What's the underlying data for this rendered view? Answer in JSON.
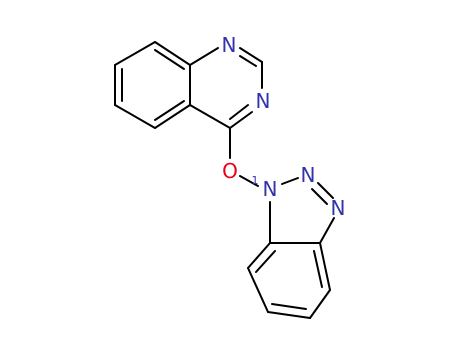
{
  "molecule": {
    "colors": {
      "bond": "#000000",
      "nitrogen": "#3333aa",
      "oxygen": "#e8001c",
      "background": "#ffffff"
    },
    "atoms": {
      "quinazoline_n1": {
        "label": "N",
        "element": "nitrogen"
      },
      "quinazoline_n3": {
        "label": "N",
        "element": "nitrogen"
      },
      "ether_oxygen": {
        "label": "O",
        "element": "oxygen"
      },
      "triazole_n1": {
        "label": "N",
        "element": "nitrogen",
        "locant": "1"
      },
      "triazole_n2": {
        "label": "N",
        "element": "nitrogen"
      },
      "triazole_n3": {
        "label": "N",
        "element": "nitrogen"
      }
    }
  }
}
